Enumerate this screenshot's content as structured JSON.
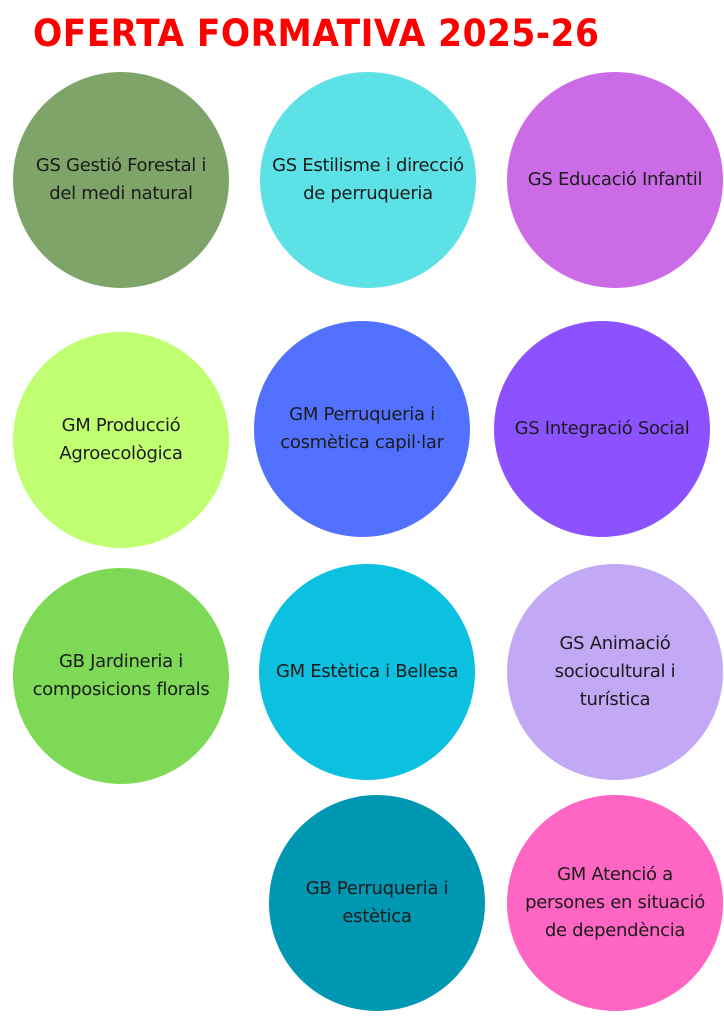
{
  "title": "OFERTA FORMATIVA 2025-26",
  "courses": [
    {
      "label": "GS Gestió Forestal i del medi natural",
      "color": "#7ea46a"
    },
    {
      "label": "GS Estilisme i direcció de perruqueria",
      "color": "#5ce1e6"
    },
    {
      "label": "GS Educació Infantil",
      "color": "#cb6ce6"
    },
    {
      "label": "GM Producció Agroecològica",
      "color": "#c1ff72"
    },
    {
      "label": "GM Perruqueria i cosmètica capil·lar",
      "color": "#5271ff"
    },
    {
      "label": "GS Integració Social",
      "color": "#8c52ff"
    },
    {
      "label": "GB Jardineria i composicions florals",
      "color": "#7ed957"
    },
    {
      "label": "GM Estètica i Bellesa",
      "color": "#0cc0df"
    },
    {
      "label": "GS Animació sociocultural i turística",
      "color": "#c2a8f5"
    },
    {
      "label": "GB Perruqueria i estètica",
      "color": "#0097b2"
    },
    {
      "label": "GM Atenció a persones en situació de dependència",
      "color": "#ff66c4"
    }
  ]
}
